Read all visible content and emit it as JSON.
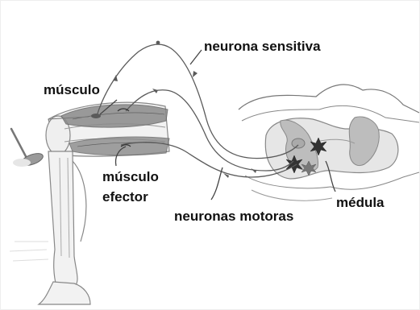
{
  "labels": {
    "sensory_neuron": "neurona sensitiva",
    "muscle": "músculo",
    "effector_line1": "músculo",
    "effector_line2": "efector",
    "spinal_cord": "médula",
    "motor_neurons": "neuronas motoras"
  },
  "colors": {
    "line": "#5a5a5a",
    "outline": "#777777",
    "gray_matter": "#bdbdbd",
    "muscle_fill": "#8a8a8a",
    "leg_fill": "#f2f2f2"
  }
}
